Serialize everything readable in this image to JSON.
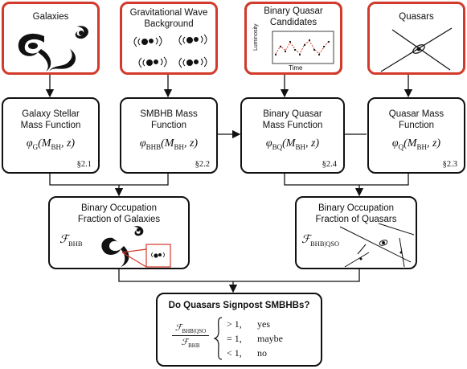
{
  "top": {
    "galaxies": "Galaxies",
    "gw": "Gravitational Wave\nBackground",
    "bq_candidates": "Binary Quasar\nCandidates",
    "quasars": "Quasars",
    "inset_ylabel": "Luminosity",
    "inset_xlabel": "Time"
  },
  "mid": {
    "gsmf_title": "Galaxy Stellar\nMass Function",
    "gsmf_sym": "φ",
    "gsmf_sub": "G",
    "gsmf_args": "(M",
    "gsmf_args_sub": "BH",
    "gsmf_tail": ", z)",
    "gsmf_sec": "§2.1",
    "smbhb_title": "SMBHB Mass\nFunction",
    "smbhb_sym": "φ",
    "smbhb_sub": "BHB",
    "smbhb_args": "(M",
    "smbhb_args_sub": "BH",
    "smbhb_tail": ", z)",
    "smbhb_sec": "§2.2",
    "bqmf_title": "Binary Quasar\nMass Function",
    "bqmf_sym": "φ",
    "bqmf_sub": "BQ",
    "bqmf_args": "(M",
    "bqmf_args_sub": "BH",
    "bqmf_tail": ", z)",
    "bqmf_sec": "§2.4",
    "qmf_title": "Quasar Mass\nFunction",
    "qmf_sym": "φ",
    "qmf_sub": "Q",
    "qmf_args": "(M",
    "qmf_args_sub": "BH",
    "qmf_tail": ", z)",
    "qmf_sec": "§2.3"
  },
  "occupation": {
    "galaxies_title": "Binary Occupation\nFraction of Galaxies",
    "galaxies_sym": "ℱ",
    "galaxies_sub": "BHB",
    "quasars_title": "Binary Occupation\nFraction of Quasars",
    "quasars_sym": "ℱ",
    "quasars_sub": "BHB|QSO"
  },
  "final": {
    "title": "Do Quasars Signpost SMBHBs?",
    "num_sym": "ℱ",
    "num_sub": "BHB|QSO",
    "den_sym": "ℱ",
    "den_sub": "BHB",
    "case1_rel": "> 1,",
    "case1_label": "yes",
    "case2_rel": "= 1,",
    "case2_label": "maybe",
    "case3_rel": "< 1,",
    "case3_label": "no"
  },
  "colors": {
    "accent_red": "#d23a2b",
    "ink": "#111111"
  }
}
